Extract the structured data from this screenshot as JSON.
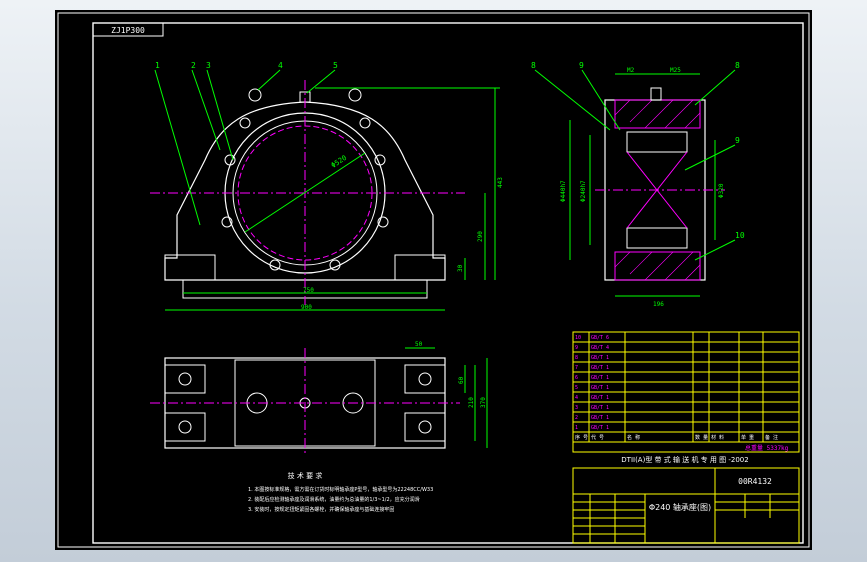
{
  "drawing": {
    "code": "ZJ1P300",
    "title_main": "DTII(A)型 带 式 输 送 机 专 用 图 -2002",
    "part_title": "Φ240 轴承座(图)",
    "drawing_no": "00R4132",
    "weight": "总重量 5337kg",
    "colors": {
      "background": "#000000",
      "border": "#ffffff",
      "outline": "#ffffff",
      "dimension": "#00ff00",
      "centerline": "#ff00ff",
      "table_line": "#ffff00",
      "table_text": "#ff00ff",
      "leader": "#00ff00"
    }
  },
  "front_view": {
    "callouts": [
      "1",
      "2",
      "3",
      "4",
      "5"
    ],
    "dims": {
      "overall_width": "900",
      "base_width": "750",
      "height_total": "443",
      "center_height": "290",
      "base_thk": "30",
      "bore": "Φ520"
    }
  },
  "section_view": {
    "callouts": [
      "8",
      "9",
      "8",
      "9",
      "10"
    ],
    "dims": {
      "top_left": "M2",
      "top_right": "M25",
      "d1": "Φ440h7",
      "d2": "Φ240h7",
      "d3": "Φ320",
      "bottom": "196"
    }
  },
  "plan_view": {
    "dims": {
      "d1": "50",
      "d2": "60",
      "h1": "210",
      "h2": "370"
    }
  },
  "notes": {
    "heading": "技 术 要 求",
    "items": [
      "1. 本图按标准规格，需方需在订货时标明轴承座P型号，轴承型号为22248CC/W33",
      "2. 装配后应检测轴承座及润滑系统，油量约为总油量的1/3~1/2，应充分润滑",
      "3. 安装时，按规定扭矩紧固各螺栓，并确保轴承座与基础连接牢固"
    ]
  },
  "bom": {
    "rows": [
      [
        "10",
        "GB/T 6",
        "",
        "",
        "",
        "",
        ""
      ],
      [
        "9",
        "GB/T 4",
        "",
        "",
        "",
        "",
        ""
      ],
      [
        "8",
        "GB/T 1",
        "",
        "",
        "",
        "",
        ""
      ],
      [
        "7",
        "GB/T 1",
        "",
        "",
        "",
        "",
        ""
      ],
      [
        "6",
        "GB/T 1",
        "",
        "",
        "",
        "",
        ""
      ],
      [
        "5",
        "GB/T 1",
        "",
        "",
        "",
        "",
        ""
      ],
      [
        "4",
        "GB/T 1",
        "",
        "",
        "",
        "",
        ""
      ],
      [
        "3",
        "GB/T 1",
        "",
        "",
        "",
        "",
        ""
      ],
      [
        "2",
        "GB/T 1",
        "",
        "",
        "",
        "",
        ""
      ],
      [
        "1",
        "GB/T 1",
        "",
        "",
        "",
        "",
        ""
      ]
    ],
    "header": [
      "序 号",
      "代 号",
      "名 称",
      "数 量",
      "材 料",
      "单 重",
      "备 注"
    ]
  }
}
